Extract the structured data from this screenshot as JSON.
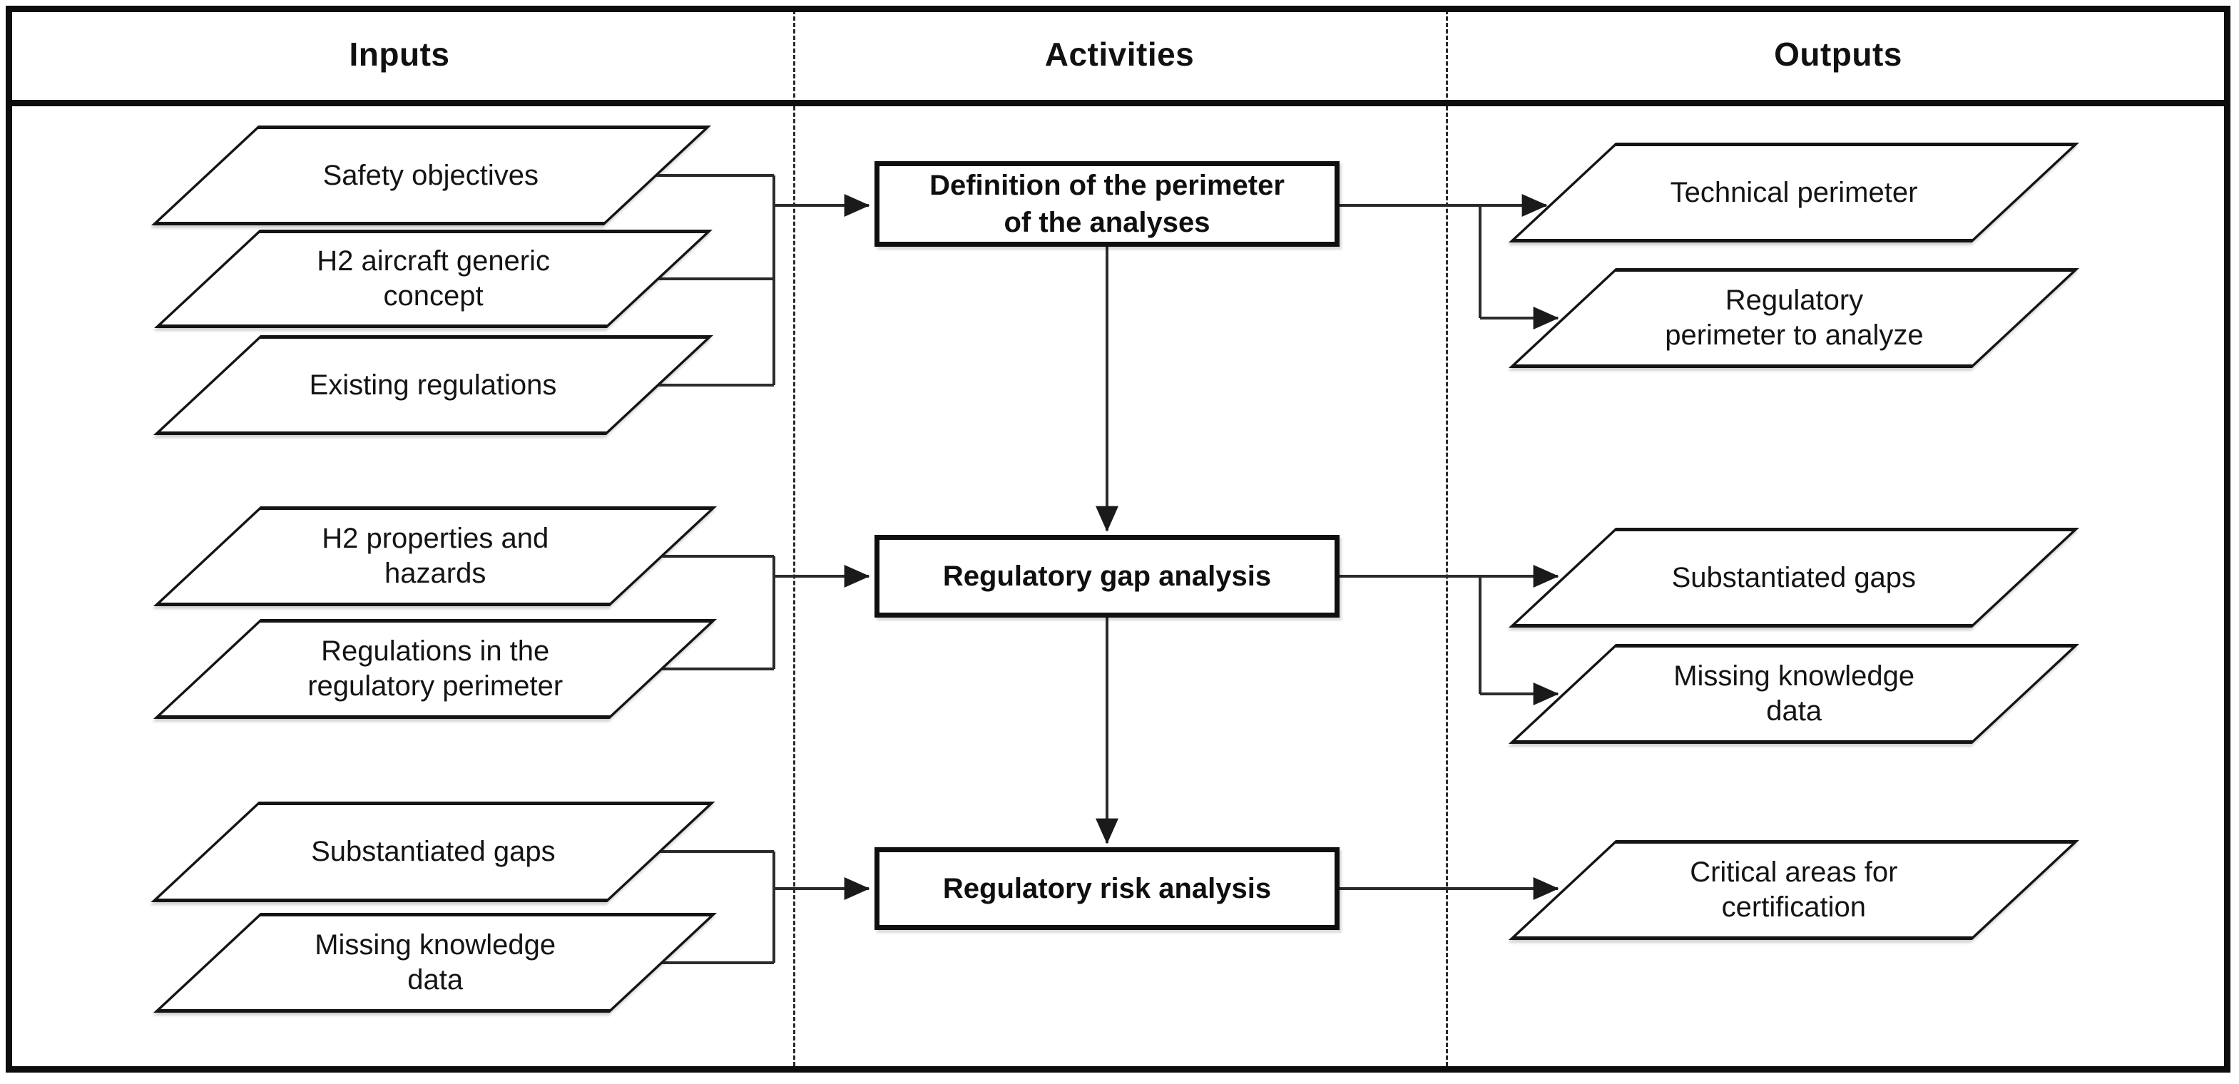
{
  "header": {
    "columns": [
      {
        "label": "Inputs"
      },
      {
        "label": "Activities"
      },
      {
        "label": "Outputs"
      }
    ]
  },
  "flowchart": {
    "inputs": [
      {
        "label": "Safety objectives"
      },
      {
        "label": "H2 aircraft generic\nconcept"
      },
      {
        "label": "Existing regulations"
      },
      {
        "label": "H2 properties and\nhazards"
      },
      {
        "label": "Regulations in the\nregulatory perimeter"
      },
      {
        "label": "Substantiated gaps"
      },
      {
        "label": "Missing knowledge\ndata"
      }
    ],
    "activities": [
      {
        "label": "Definition of the perimeter\nof the analyses"
      },
      {
        "label": "Regulatory gap analysis"
      },
      {
        "label": "Regulatory risk analysis"
      }
    ],
    "outputs": [
      {
        "label": "Technical perimeter"
      },
      {
        "label": "Regulatory\nperimeter to analyze"
      },
      {
        "label": "Substantiated gaps"
      },
      {
        "label": "Missing knowledge\ndata"
      },
      {
        "label": "Critical areas for\ncertification"
      }
    ]
  },
  "colors": {
    "border": "#0d0d0d",
    "line": "#2b2b2b",
    "shape_fill": "#ffffff",
    "text": "#111111"
  }
}
